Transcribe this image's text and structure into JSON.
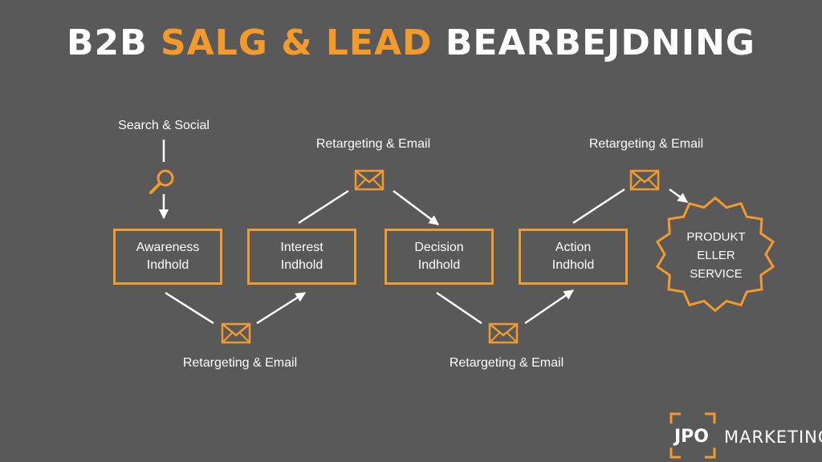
{
  "title": {
    "part1": "B2B ",
    "highlight": "SALG & LEAD",
    "part2": " BEARBEJDNING"
  },
  "top_source": "Search & Social",
  "stages": [
    {
      "line1": "Awareness",
      "line2": "Indhold"
    },
    {
      "line1": "Interest",
      "line2": "Indhold"
    },
    {
      "line1": "Decision",
      "line2": "Indhold"
    },
    {
      "line1": "Action",
      "line2": "Indhold"
    }
  ],
  "retargeting": [
    "Retargeting & Email",
    "Retargeting & Email",
    "Retargeting & Email",
    "Retargeting & Email"
  ],
  "endpoint": {
    "line1": "PRODUKT",
    "line2": "ELLER",
    "line3": "SERVICE"
  },
  "logo": {
    "mark": "JPO",
    "text": "MARKETING"
  },
  "colors": {
    "background": "#595959",
    "accent": "#f39a2d",
    "text": "#ffffff"
  },
  "icons": [
    "search-icon",
    "envelope-icon",
    "arrow-icon"
  ]
}
